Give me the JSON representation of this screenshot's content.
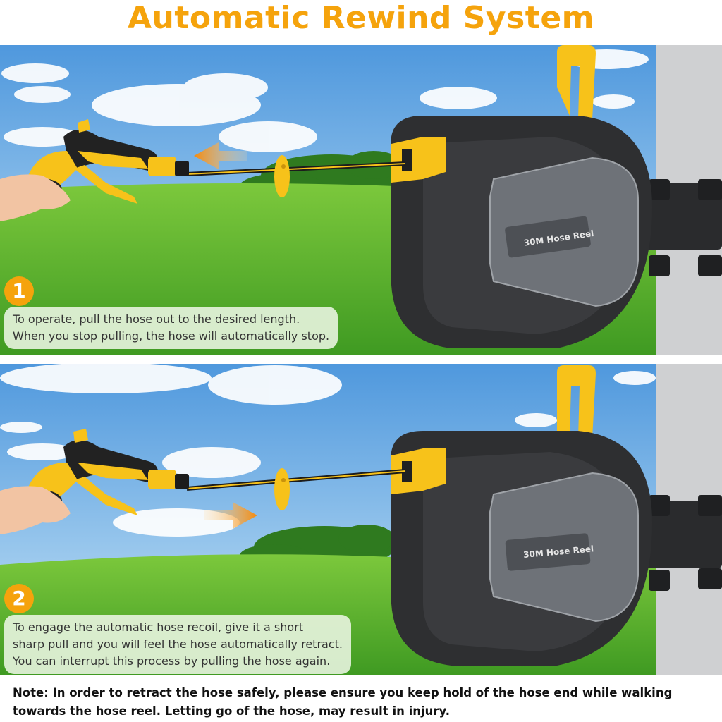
{
  "title": "Automatic Rewind System",
  "panels": [
    {
      "step": "1",
      "lines": [
        "To operate, pull the hose out to the desired length.",
        "When you stop pulling, the hose will automatically stop."
      ],
      "reel_label": "30M Hose Reel",
      "arrow_direction": "left"
    },
    {
      "step": "2",
      "lines": [
        "To engage the automatic hose recoil, give it a short",
        "sharp pull and you will feel the hose automatically retract.",
        "You can interrupt this process by pulling the hose again."
      ],
      "reel_label": "30M Hose Reel",
      "arrow_direction": "right"
    }
  ],
  "note": {
    "line1": "Note: In order to retract the hose safely, please ensure you keep hold of the hose end while walking",
    "line2": "towards the hose reel. Letting go of the hose, may result in injury."
  },
  "colors": {
    "accent": "#f5a30c",
    "yellow": "#f7c21a",
    "reel_dark": "#2e2f31",
    "reel_panel": "#6e7278",
    "sky_top": "#5aa0e0",
    "grass": "#5fb52f",
    "wall": "#cfd0d2"
  }
}
